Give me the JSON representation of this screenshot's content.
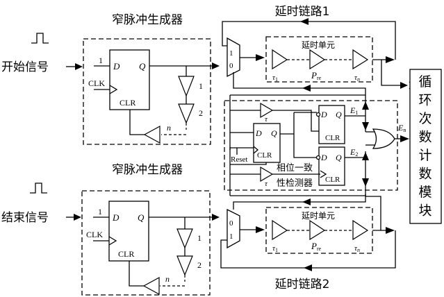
{
  "labels": {
    "start_signal": "开始信号",
    "end_signal": "结束信号",
    "pulse_gen_top": "窄脉冲生成器",
    "pulse_gen_bottom": "窄脉冲生成器",
    "delay_chain_1": "延时链路1",
    "delay_chain_2": "延时链路2",
    "delay_unit_top": "延时单元",
    "delay_unit_bottom": "延时单元",
    "phase_detector_line1": "相位一致",
    "phase_detector_line2": "性检测器",
    "counter_module": [
      "循",
      "环",
      "次",
      "数",
      "计",
      "数",
      "模",
      "块"
    ]
  },
  "flipflop": {
    "d": "D",
    "q": "Q",
    "clk": "CLK",
    "clr": "CLR",
    "one": "1",
    "reset": "Reset"
  },
  "buffers": {
    "b1": "1",
    "b2": "2",
    "bn": "n"
  },
  "mux_top": {
    "in1": "1",
    "in0": "0"
  },
  "mux_bottom": {
    "in0": "0",
    "in1": "1"
  },
  "delay_labels": {
    "tau": "τ",
    "tau1_sub": "1",
    "p": "P",
    "p_sub": "re",
    "taun_sub": "n"
  },
  "signals": {
    "e1": "E",
    "e1_sub": "1",
    "e2": "E",
    "e2_sub": "2",
    "en": "E",
    "en_sub": "n"
  }
}
